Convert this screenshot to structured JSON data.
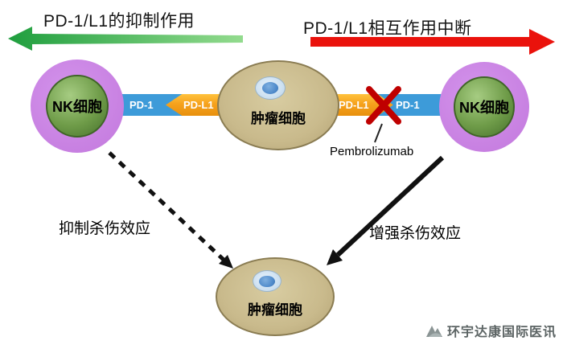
{
  "titles": {
    "left": "PD-1/L1的抑制作用",
    "right": "PD-1/L1相互作用中断"
  },
  "cells": {
    "nk_left": {
      "label": "NK细胞"
    },
    "nk_right": {
      "label": "NK细胞"
    },
    "tumor_top": {
      "label": "肿瘤细胞"
    },
    "tumor_bottom": {
      "label": "肿瘤细胞"
    }
  },
  "connectors": {
    "left": {
      "pd1": "PD-1",
      "pdl1": "PD-L1"
    },
    "right": {
      "pdl1": "PD-L1",
      "pd1": "PD-1"
    }
  },
  "drug_label": "Pembrolizumab",
  "effects": {
    "inhibit": "抑制杀伤效应",
    "enhance": "增强杀伤效应"
  },
  "watermark": {
    "text": "环宇达康国际医讯",
    "logo_icon": "mountain-peaks"
  },
  "colors": {
    "nk_outer": "#d494ec",
    "nk_inner": "#6f9c49",
    "tumor_body": "#c9ba8c",
    "tumor_border": "#8a7c52",
    "pd1_blue": "#3d9bd9",
    "pdl1_orange": "#f6a21d",
    "arrow_green_dark": "#1f9e3e",
    "arrow_green_light": "#93db8e",
    "arrow_red": "#ea120c",
    "cross_red": "#bf0000",
    "arrow_black": "#111111"
  }
}
